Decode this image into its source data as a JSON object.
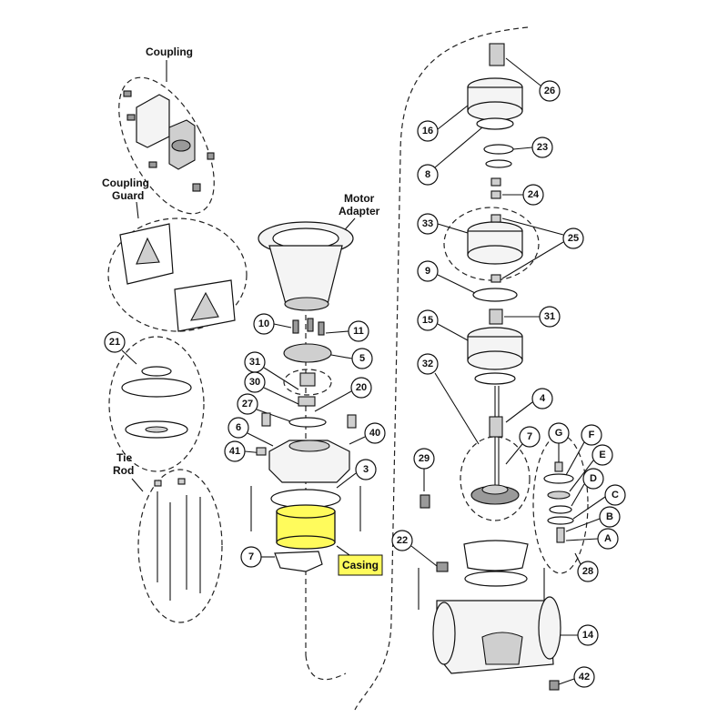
{
  "labels": {
    "coupling": "Coupling",
    "coupling_guard_1": "Coupling",
    "coupling_guard_2": "Guard",
    "motor_adapter_1": "Motor",
    "motor_adapter_2": "Adapter",
    "tie_rod_1": "Tie",
    "tie_rod_2": "Rod",
    "casing": "Casing"
  },
  "callouts": {
    "c26": "26",
    "c16": "16",
    "c23": "23",
    "c8": "8",
    "c24": "24",
    "c33": "33",
    "c25": "25",
    "c9": "9",
    "c31r": "31",
    "c15": "15",
    "c32": "32",
    "c4": "4",
    "c7r": "7",
    "c29": "29",
    "c22": "22",
    "c14": "14",
    "c42": "42",
    "c28": "28",
    "cG": "G",
    "cF": "F",
    "cE": "E",
    "cD": "D",
    "cC": "C",
    "cB": "B",
    "cA": "A",
    "c21": "21",
    "c10": "10",
    "c11": "11",
    "c5": "5",
    "c31l": "31",
    "c30": "30",
    "c20": "20",
    "c27": "27",
    "c6": "6",
    "c40": "40",
    "c41": "41",
    "c3": "3",
    "c7l": "7"
  },
  "colors": {
    "highlight": "#fffb5c",
    "line": "#111111"
  }
}
